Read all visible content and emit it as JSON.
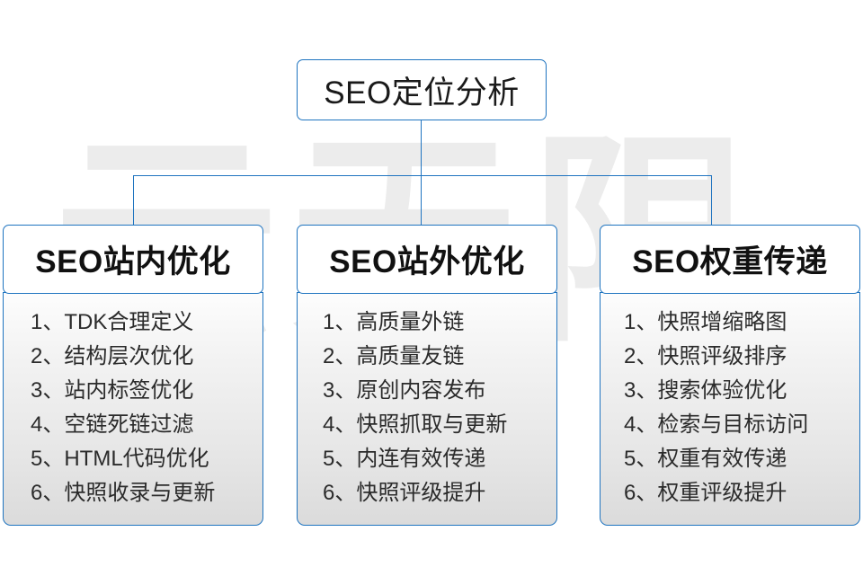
{
  "watermark": {
    "text": "云无限"
  },
  "root": {
    "title": "SEO定位分析"
  },
  "colors": {
    "border": "#1f74c0",
    "connector": "#1f74c0",
    "text": "#1a1a1a",
    "body_text": "#2b2b2b",
    "watermark": "#ececec"
  },
  "columns": [
    {
      "title": "SEO站内优化",
      "items": [
        "1、TDK合理定义",
        "2、结构层次优化",
        "3、站内标签优化",
        "4、空链死链过滤",
        "5、HTML代码优化",
        "6、快照收录与更新"
      ]
    },
    {
      "title": "SEO站外优化",
      "items": [
        "1、高质量外链",
        "2、高质量友链",
        "3、原创内容发布",
        "4、快照抓取与更新",
        "5、内连有效传递",
        "6、快照评级提升"
      ]
    },
    {
      "title": "SEO权重传递",
      "items": [
        "1、快照增缩略图",
        "2、快照评级排序",
        "3、搜索体验优化",
        "4、检索与目标访问",
        "5、权重有效传递",
        "6、权重评级提升"
      ]
    }
  ]
}
